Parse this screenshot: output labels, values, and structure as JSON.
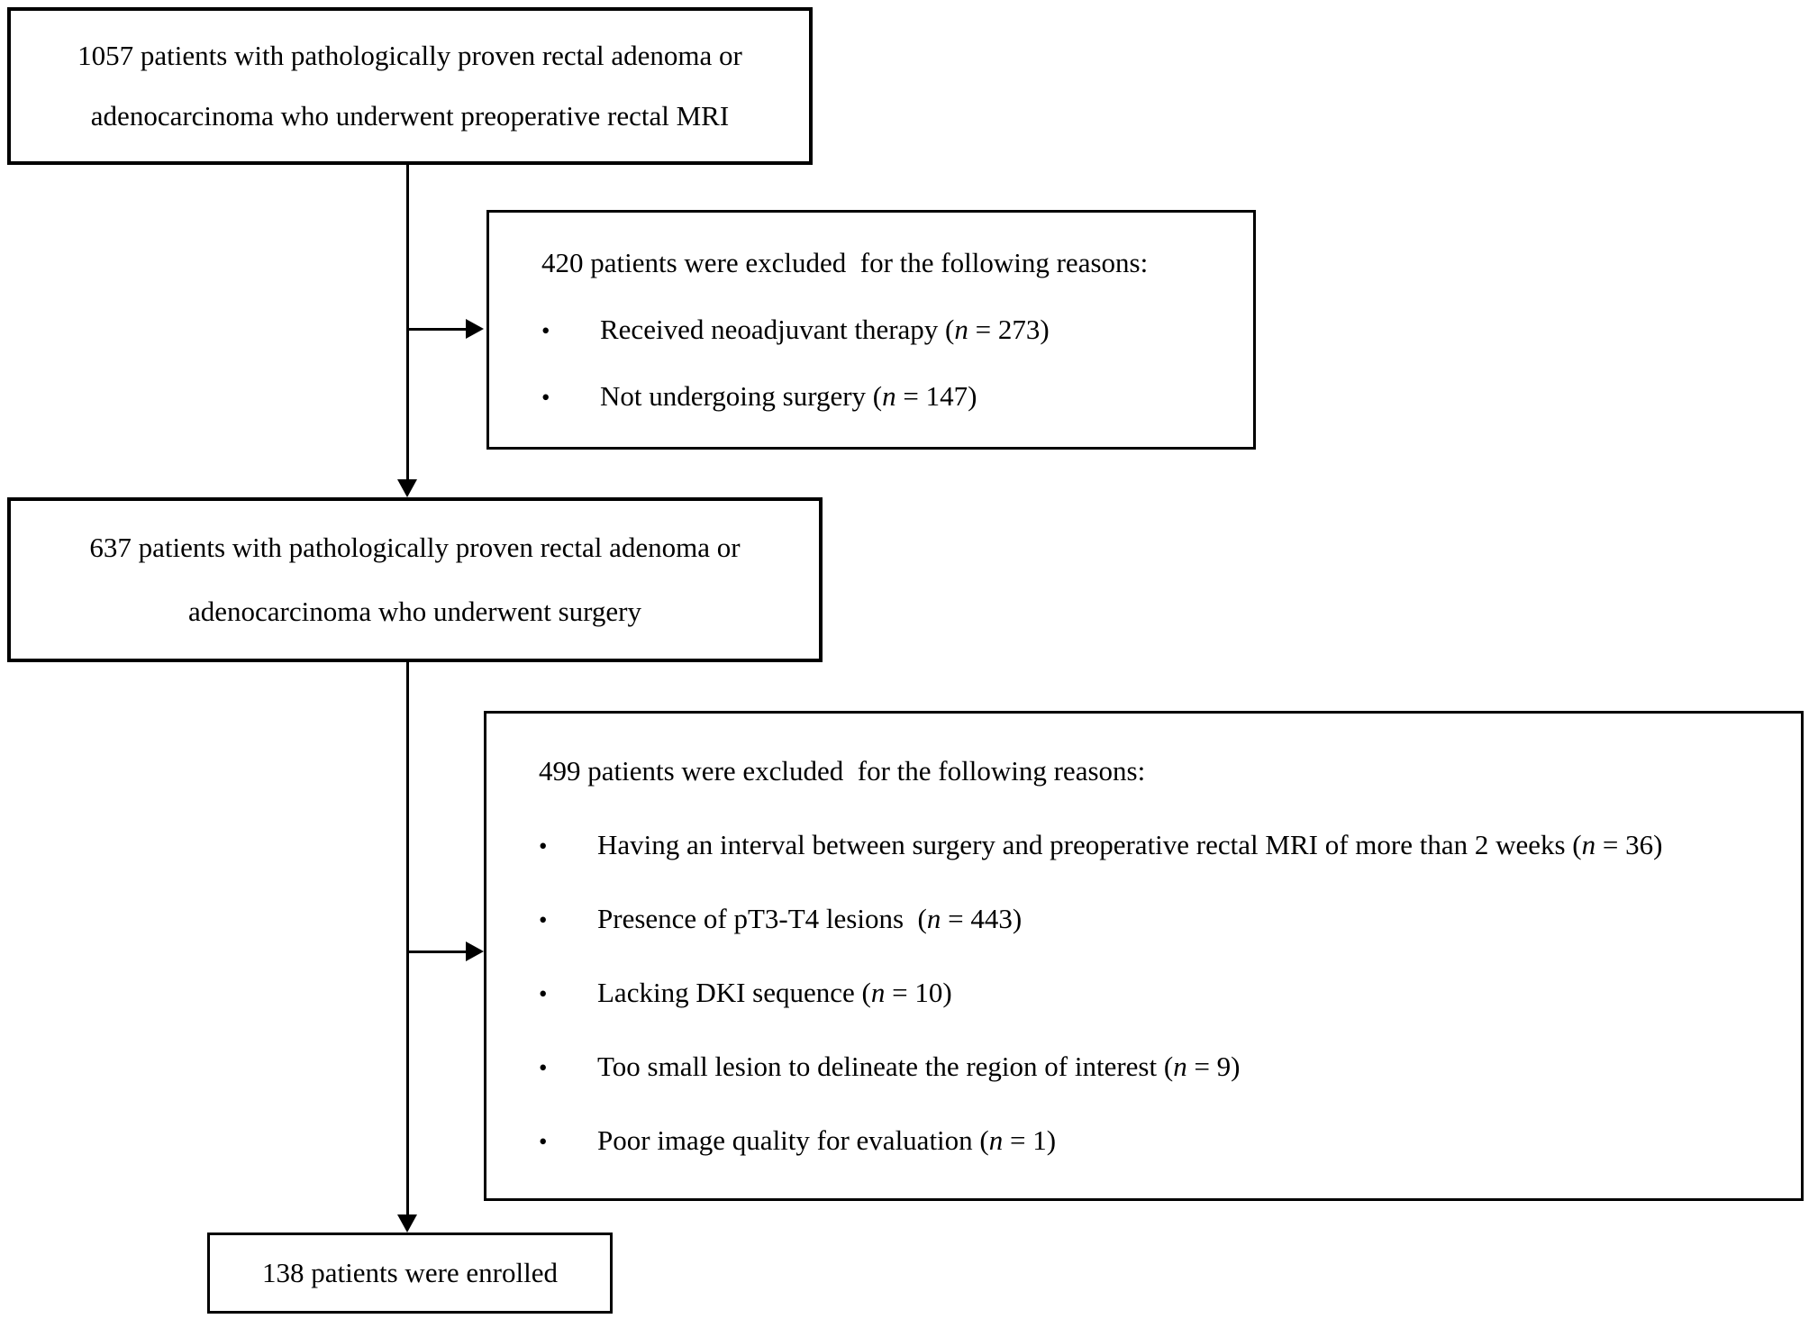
{
  "flowchart": {
    "bullet_char": "•",
    "colors": {
      "line": "#000000",
      "background": "#ffffff",
      "text": "#000000"
    },
    "box_initial": {
      "lines": [
        "1057 patients with pathologically proven rectal adenoma or",
        "adenocarcinoma who underwent preoperative rectal MRI"
      ]
    },
    "excl_1": {
      "heading": "420 patients were excluded  for the following reasons:",
      "bullets": [
        "Received neoadjuvant therapy (n = 273)",
        "Not undergoing surgery (n = 147)"
      ]
    },
    "box_surgery": {
      "lines": [
        "637 patients with pathologically proven rectal adenoma or",
        "adenocarcinoma who underwent surgery"
      ]
    },
    "excl_2": {
      "heading": "499 patients were excluded  for the following reasons:",
      "bullets": [
        "Having an interval between surgery and preoperative rectal MRI of more than 2 weeks (n = 36)",
        "Presence of pT3-T4 lesions  (n = 443)",
        "Lacking DKI sequence (n = 10)",
        "Too small lesion to delineate the region of interest (n = 9)",
        "Poor image quality for evaluation (n = 1)"
      ]
    },
    "box_enrolled": {
      "text": "138 patients were enrolled"
    }
  }
}
